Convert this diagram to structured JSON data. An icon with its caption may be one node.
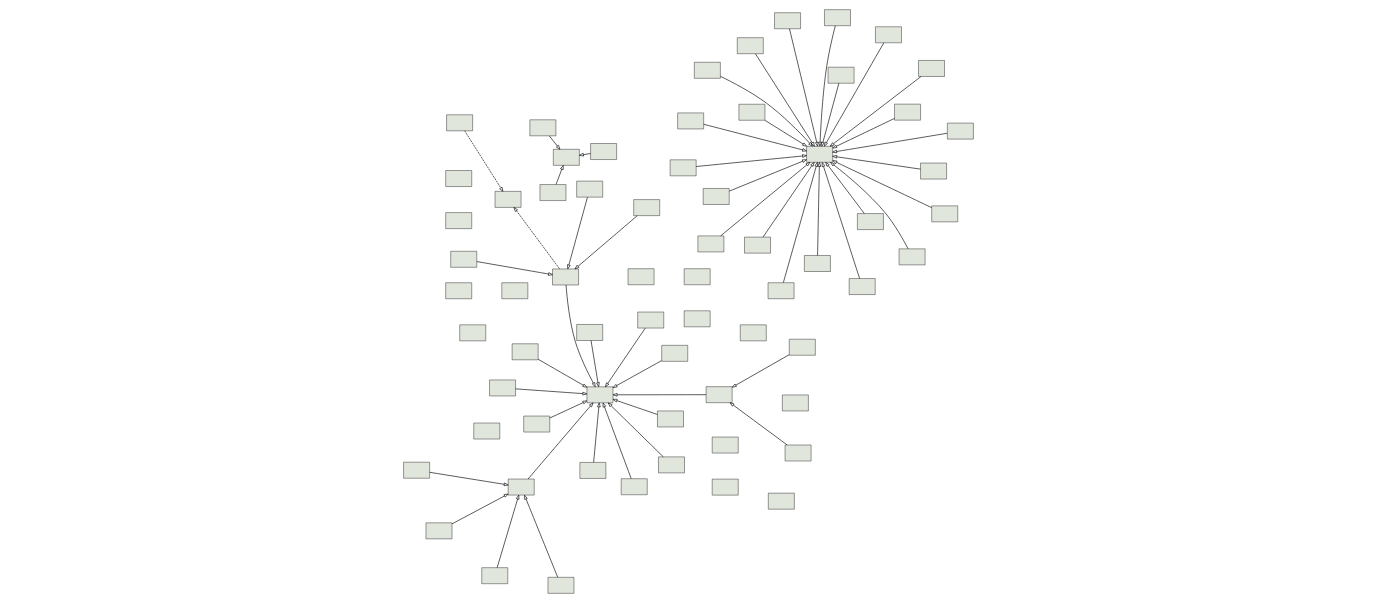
{
  "diagram": {
    "nodes": [
      {
        "text": [],
        "shape": "box"
      },
      {
        "text": [],
        "shape": "box"
      },
      {
        "text": [],
        "shape": "box"
      },
      {
        "text": [],
        "shape": "box"
      },
      {
        "text": [],
        "shape": "box"
      },
      {
        "text": [],
        "shape": "box"
      },
      {
        "text": [],
        "shape": "box"
      },
      {
        "text": [],
        "shape": "box"
      },
      {
        "text": [],
        "shape": "box"
      },
      {
        "text": [],
        "shape": "box"
      },
      {
        "text": [],
        "shape": "box"
      },
      {
        "text": [],
        "shape": "box"
      },
      {
        "text": [],
        "shape": "box"
      },
      {
        "text": [],
        "shape": "box"
      },
      {
        "text": [],
        "shape": "box"
      },
      {
        "text": [],
        "shape": "box"
      },
      {
        "text": [],
        "shape": "box"
      },
      {
        "text": [],
        "shape": "box"
      },
      {
        "text": [],
        "shape": "box"
      },
      {
        "text": [],
        "shape": "box"
      },
      {
        "text": [],
        "shape": "box"
      },
      {
        "text": [],
        "shape": "box"
      },
      {
        "text": [],
        "shape": "box"
      },
      {
        "text": [],
        "shape": "box"
      },
      {
        "text": [],
        "shape": "box"
      },
      {
        "text": [],
        "shape": "box"
      },
      {
        "text": [],
        "shape": "box"
      },
      {
        "text": [],
        "shape": "box"
      },
      {
        "text": [],
        "shape": "box"
      },
      {
        "text": [],
        "shape": "box"
      },
      {
        "text": [],
        "shape": "box"
      },
      {
        "text": [],
        "shape": "box"
      },
      {
        "text": [],
        "shape": "box"
      },
      {
        "text": [],
        "shape": "box"
      },
      {
        "text": [],
        "shape": "box"
      },
      {
        "text": [],
        "shape": "box"
      },
      {
        "text": [],
        "shape": "box"
      },
      {
        "text": [],
        "shape": "box"
      },
      {
        "text": [],
        "shape": "box"
      },
      {
        "text": [],
        "shape": "box"
      },
      {
        "text": [],
        "shape": "box"
      },
      {
        "text": [],
        "shape": "box"
      },
      {
        "text": [],
        "shape": "box"
      },
      {
        "text": [],
        "shape": "box"
      },
      {
        "text": [],
        "shape": "box"
      },
      {
        "text": [],
        "shape": "box"
      },
      {
        "text": [],
        "shape": "box"
      },
      {
        "text": [],
        "shape": "box"
      },
      {
        "text": [],
        "shape": "box"
      },
      {
        "text": [],
        "shape": "box"
      },
      {
        "text": [],
        "shape": "box"
      },
      {
        "text": [],
        "shape": "box"
      },
      {
        "text": [],
        "shape": "box"
      },
      {
        "text": [],
        "shape": "box"
      },
      {
        "text": [],
        "shape": "box"
      },
      {
        "text": [],
        "shape": "box"
      },
      {
        "text": [],
        "shape": "box"
      },
      {
        "text": [],
        "shape": "box"
      },
      {
        "text": [],
        "shape": "box"
      },
      {
        "text": [],
        "shape": "box"
      },
      {
        "text": [],
        "shape": "box"
      },
      {
        "text": [],
        "shape": "box"
      },
      {
        "text": [],
        "shape": "box"
      },
      {
        "text": [],
        "shape": "box"
      },
      {
        "text": [],
        "shape": "box"
      },
      {
        "text": [],
        "shape": "box"
      }
    ],
    "edges": [
      {
        "from": 1,
        "to": 0,
        "arrow": "to"
      },
      {
        "from": 2,
        "to": 0,
        "arrow": "to"
      },
      {
        "from": 3,
        "to": 0,
        "arrow": "to"
      },
      {
        "from": 4,
        "to": 0,
        "arrow": "to"
      },
      {
        "from": 5,
        "to": 0,
        "arrow": "to"
      },
      {
        "from": 6,
        "to": 0,
        "arrow": "to"
      },
      {
        "from": 7,
        "to": 0,
        "arrow": "to"
      },
      {
        "from": 8,
        "to": 0,
        "arrow": "to"
      },
      {
        "from": 9,
        "to": 0,
        "arrow": "to"
      },
      {
        "from": 10,
        "to": 0,
        "arrow": "to"
      },
      {
        "from": 11,
        "to": 0,
        "arrow": "to"
      },
      {
        "from": 12,
        "to": 0,
        "arrow": "to"
      },
      {
        "from": 13,
        "to": 0,
        "arrow": "to"
      },
      {
        "from": 14,
        "to": 0,
        "arrow": "to"
      },
      {
        "from": 15,
        "to": 0,
        "arrow": "to"
      },
      {
        "from": 16,
        "to": 0,
        "arrow": "to"
      },
      {
        "from": 17,
        "to": 0,
        "arrow": "to"
      },
      {
        "from": 18,
        "to": 0,
        "arrow": "to"
      },
      {
        "from": 19,
        "to": 0,
        "arrow": "to"
      },
      {
        "from": 20,
        "to": 0,
        "arrow": "to"
      },
      {
        "from": 21,
        "to": 0,
        "arrow": "to"
      },
      {
        "from": 22,
        "to": 0,
        "arrow": "to"
      },
      {
        "from": 24,
        "to": 23,
        "arrow": "to"
      },
      {
        "from": 25,
        "to": 23,
        "arrow": "to"
      },
      {
        "from": 26,
        "to": 23,
        "arrow": "to"
      },
      {
        "from": 27,
        "to": 23,
        "arrow": "to"
      },
      {
        "from": 28,
        "to": 23,
        "arrow": "to"
      },
      {
        "from": 29,
        "to": 23,
        "arrow": "to"
      },
      {
        "from": 30,
        "to": 23,
        "arrow": "to"
      },
      {
        "from": 31,
        "to": 23,
        "arrow": "to"
      },
      {
        "from": 32,
        "to": 23,
        "arrow": "to"
      },
      {
        "from": 33,
        "to": 23,
        "arrow": "to"
      },
      {
        "from": 34,
        "to": 23,
        "arrow": "to"
      },
      {
        "from": 35,
        "to": 34,
        "arrow": "to"
      },
      {
        "from": 36,
        "to": 34,
        "arrow": "to"
      },
      {
        "from": 37,
        "to": 23,
        "arrow": "to"
      },
      {
        "from": 38,
        "to": 37,
        "arrow": "to"
      },
      {
        "from": 39,
        "to": 37,
        "arrow": "to"
      },
      {
        "from": 40,
        "to": 37,
        "arrow": "to"
      },
      {
        "from": 41,
        "to": 37,
        "arrow": "to"
      },
      {
        "from": 43,
        "to": 23,
        "arrow": "to"
      },
      {
        "from": 43,
        "to": 42,
        "arrow": "to",
        "style": "dashed"
      },
      {
        "from": 47,
        "to": 42,
        "arrow": "to",
        "style": "dashed"
      },
      {
        "from": 44,
        "to": 43,
        "arrow": "to"
      },
      {
        "from": 45,
        "to": 43,
        "arrow": "to"
      },
      {
        "from": 46,
        "to": 43,
        "arrow": "to"
      },
      {
        "from": 49,
        "to": 48,
        "arrow": "to"
      },
      {
        "from": 50,
        "to": 48,
        "arrow": "to"
      },
      {
        "from": 51,
        "to": 48,
        "arrow": "to"
      }
    ]
  }
}
